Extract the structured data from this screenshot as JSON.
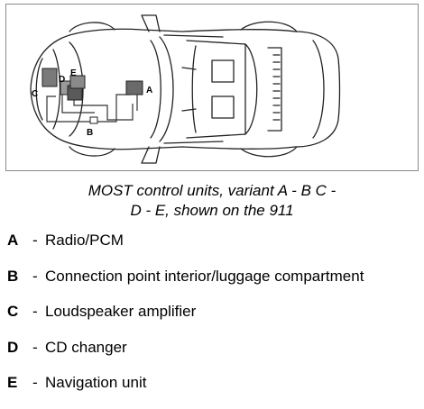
{
  "figure": {
    "unit_labels": {
      "a": "A",
      "b": "B",
      "c": "C",
      "d": "D",
      "e": "E"
    }
  },
  "caption": {
    "line1": "MOST control units, variant A - B C -",
    "line2": "D - E, shown on the 911"
  },
  "legend": {
    "items": [
      {
        "letter": "A",
        "dash": "-",
        "text": "Radio/PCM"
      },
      {
        "letter": "B",
        "dash": "-",
        "text": "Connection point interior/luggage compartment"
      },
      {
        "letter": "C",
        "dash": "-",
        "text": "Loudspeaker amplifier"
      },
      {
        "letter": "D",
        "dash": "-",
        "text": "CD changer"
      },
      {
        "letter": "E",
        "dash": "-",
        "text": "Navigation unit"
      }
    ]
  }
}
